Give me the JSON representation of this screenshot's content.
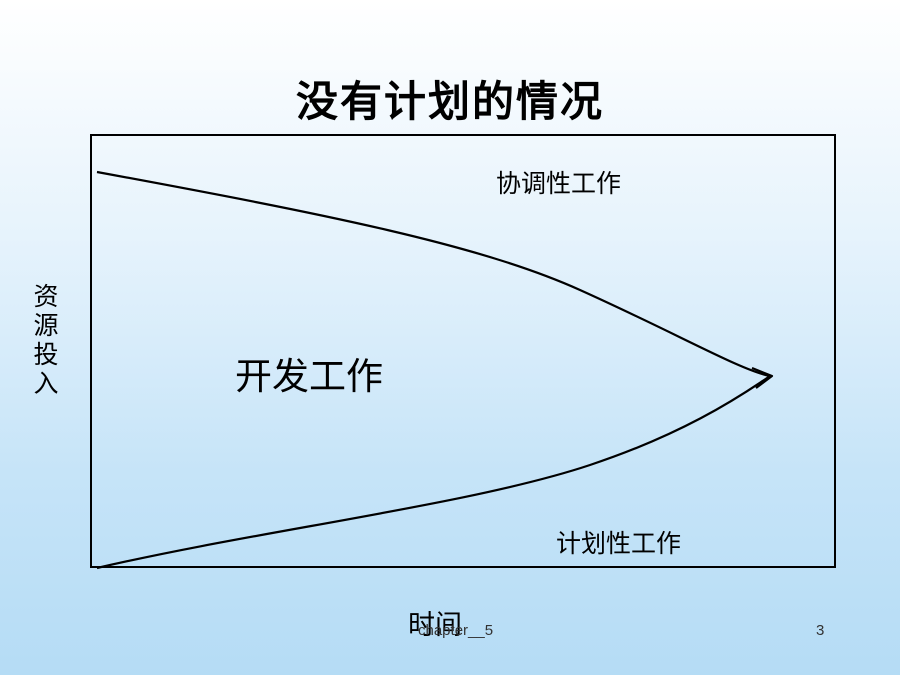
{
  "slide": {
    "title": "没有计划的情况",
    "footer_text": "chapter__5",
    "page_number": "3"
  },
  "diagram": {
    "y_axis_label": "资源投入",
    "x_axis_label": "时间",
    "region_labels": {
      "coordination": "协调性工作",
      "development": "开发工作",
      "planning": "计划性工作"
    }
  }
}
